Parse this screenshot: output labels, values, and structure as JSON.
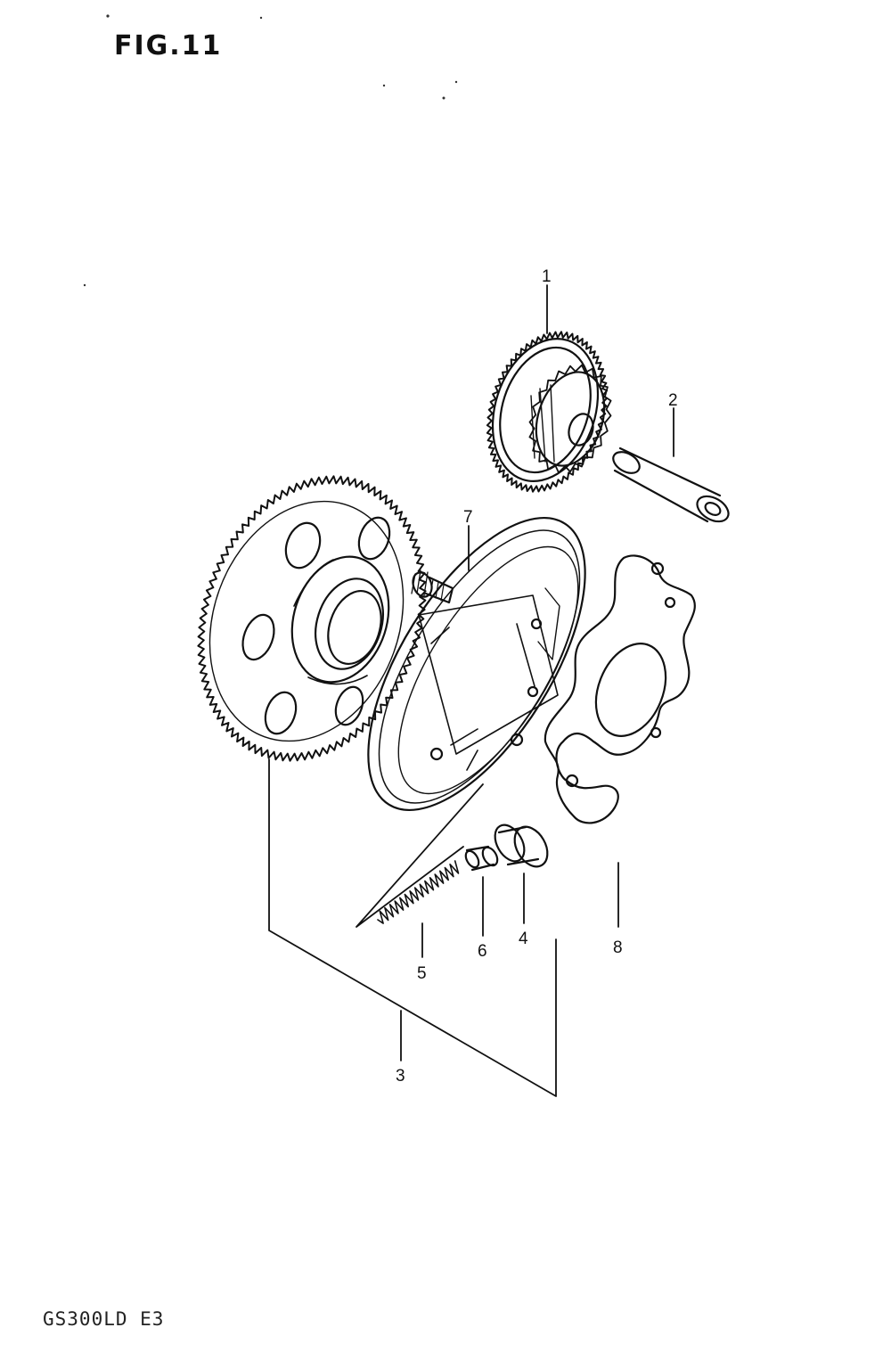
{
  "figure": {
    "title": "FIG.11",
    "model_code": "GS300LD E3"
  },
  "callouts": [
    "1",
    "2",
    "3",
    "4",
    "5",
    "6",
    "7",
    "8"
  ]
}
